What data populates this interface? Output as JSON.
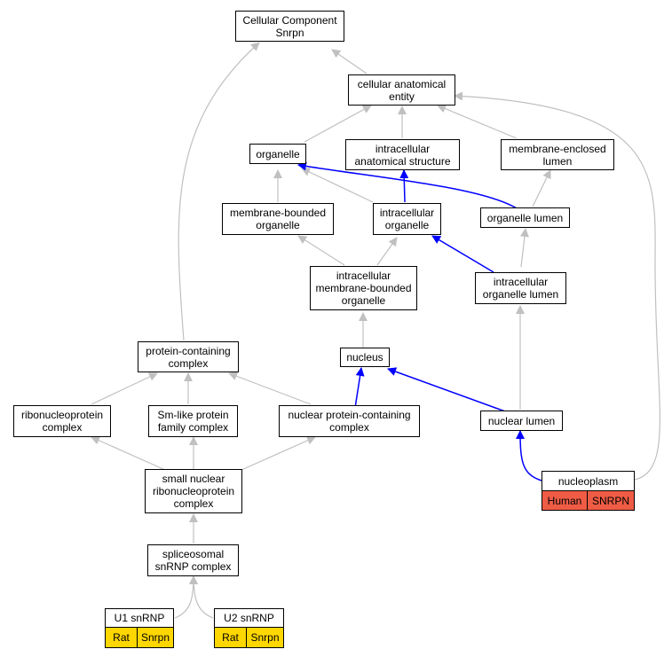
{
  "colors": {
    "edge_default": "#c0c0c0",
    "edge_highlight": "#0000ff",
    "human": "#ef5c45",
    "rat": "#ffd700"
  },
  "nodes": {
    "root": "Cellular Component\nSnrpn",
    "cae": "cellular anatomical\nentity",
    "organelle": "organelle",
    "ias": "intracellular\nanatomical structure",
    "mel": "membrane-enclosed\nlumen",
    "mbo": "membrane-bounded\norganelle",
    "io": "intracellular\norganelle",
    "ol": "organelle lumen",
    "imbo": "intracellular\nmembrane-bounded\norganelle",
    "iol": "intracellular\norganelle lumen",
    "nucleus": "nucleus",
    "pcc": "protein-containing\ncomplex",
    "rnpc": "ribonucleoprotein\ncomplex",
    "smlike": "Sm-like protein\nfamily complex",
    "npcc": "nuclear protein-containing\ncomplex",
    "nl": "nuclear lumen",
    "nucleoplasm": "nucleoplasm",
    "snrnp": "small nuclear\nribonucleoprotein\ncomplex",
    "spliceo": "spliceosomal\nsnRNP complex",
    "u1": "U1 snRNP",
    "u2": "U2 snRNP"
  },
  "annotations": {
    "nucleoplasm": {
      "species": "Human",
      "gene": "SNRPN"
    },
    "u1": {
      "species": "Rat",
      "gene": "Snrpn"
    },
    "u2": {
      "species": "Rat",
      "gene": "Snrpn"
    }
  }
}
